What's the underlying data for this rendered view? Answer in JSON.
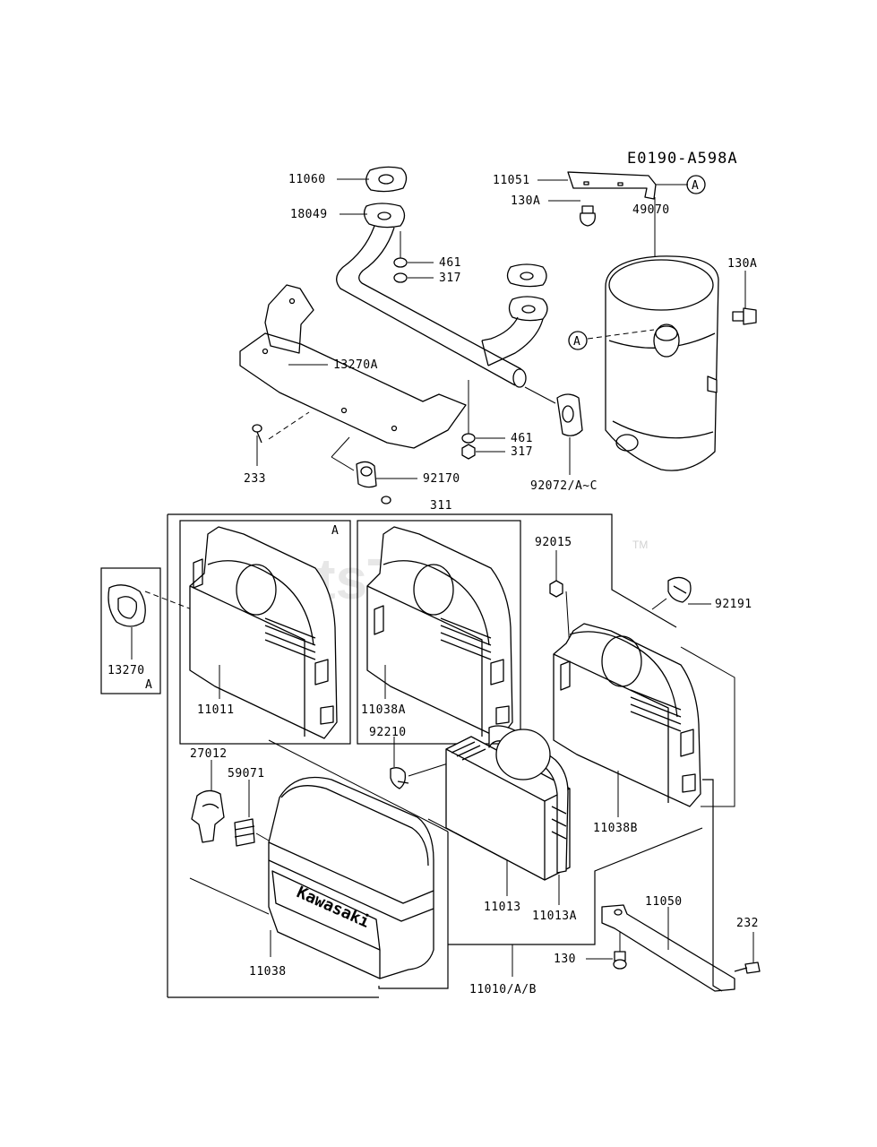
{
  "diagram": {
    "reference_code": "E0190-A598A",
    "watermark": "PartsTree",
    "watermark_tm": "TM",
    "callouts": {
      "11060": "11060",
      "18049": "18049",
      "461_top": "461",
      "317_top": "317",
      "13270A": "13270A",
      "233": "233",
      "92170": "92170",
      "461_mid": "461",
      "317_mid": "317",
      "11051": "11051",
      "A_top": "A",
      "49070": "49070",
      "130A_left": "130A",
      "130A_right": "130A",
      "A_mid": "A",
      "92072": "92072/A~C",
      "311": "311",
      "A_box": "A",
      "13270": "13270",
      "13270_sub": "A",
      "11011": "11011",
      "11038A": "11038A",
      "92015": "92015",
      "92191": "92191",
      "11038B": "11038B",
      "92210": "92210",
      "27012": "27012",
      "59071": "59071",
      "11013": "11013",
      "11013A": "11013A",
      "11050": "11050",
      "232": "232",
      "130": "130",
      "11038": "11038",
      "11010": "11010/A/B",
      "cover_brand": "Kawasaki"
    }
  }
}
